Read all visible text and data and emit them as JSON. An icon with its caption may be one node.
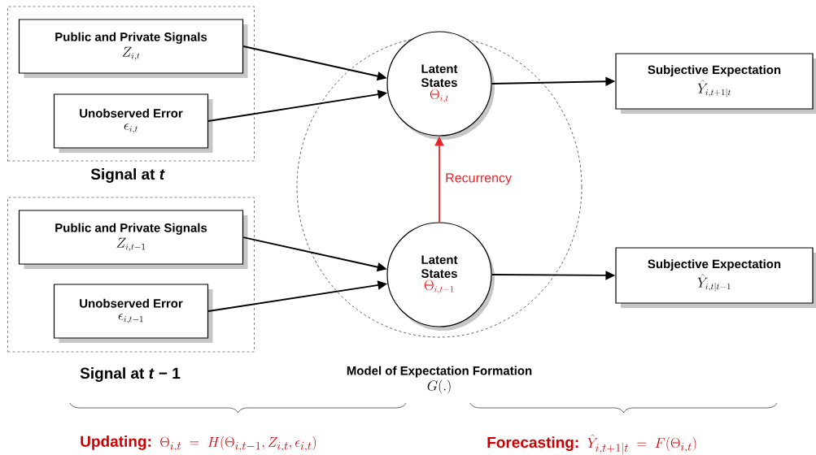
{
  "diagram": {
    "nodes": [
      {
        "text": [
          "Signal at *t*"
        ]
      },
      {
        "text": [
          "Public and Private Signals",
          "Z_{i,t}"
        ],
        "in": 0
      },
      {
        "text": [
          "Unobserved Error",
          "\\epsilon_{i,t}"
        ],
        "in": 0
      },
      {
        "text": [
          "Signal at *t* − 1"
        ]
      },
      {
        "text": [
          "Public and Private Signals",
          "Z_{i,t-1}"
        ],
        "in": 3
      },
      {
        "text": [
          "Unobserved Error",
          "\\epsilon_{i,t-1}"
        ],
        "in": 3
      },
      {
        "text": [],
        "shape": "ellipse",
        "beside": [
          "Model of Expectation Formation",
          "G(.)"
        ]
      },
      {
        "text": [
          "Latent States",
          "\\Theta_{i,t}"
        ],
        "in": 6
      },
      {
        "text": [
          "Latent States",
          "\\Theta_{i,t-1}"
        ],
        "in": 6
      },
      {
        "text": [
          "Subjective Expectation",
          "\\hat{Y}_{i,t+1|t}"
        ]
      },
      {
        "text": [
          "Subjective Expectation",
          "\\hat{Y}_{i,t|t-1}"
        ]
      }
    ],
    "edges": [
      {
        "from": 1,
        "to": 7,
        "arrow": "to"
      },
      {
        "from": 2,
        "to": 7,
        "arrow": "to"
      },
      {
        "from": 4,
        "to": 8,
        "arrow": "to"
      },
      {
        "from": 5,
        "to": 8,
        "arrow": "to"
      },
      {
        "from": 8,
        "to": 7,
        "arrow": "to",
        "label": "Recurrency",
        "color": "#e8242a"
      },
      {
        "from": 7,
        "to": 9,
        "arrow": "to"
      },
      {
        "from": 8,
        "to": 10,
        "arrow": "to"
      }
    ],
    "labels": [
      "Updating:",
      "\\Theta_{i,t} \\;=\\; H(\\Theta_{i,t-1}, Z_{i,t}, \\epsilon_{i,t})",
      "Forecasting:",
      "\\hat{Y}_{i,t+1|t} \\;=\\; F(\\Theta_{i,t})"
    ]
  }
}
